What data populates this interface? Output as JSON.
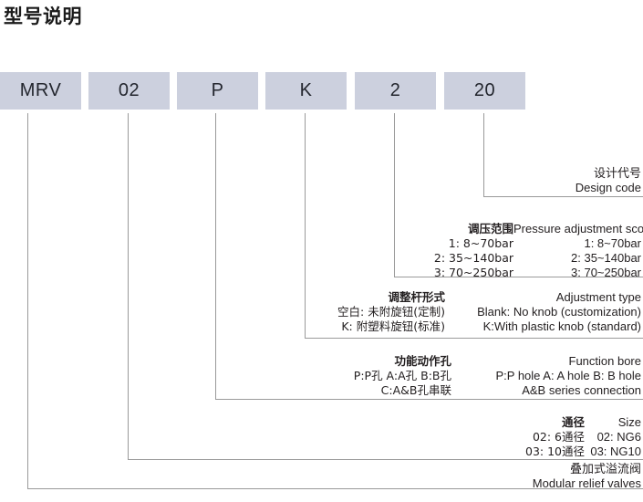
{
  "title": "型号说明",
  "code_boxes": [
    {
      "name": "series",
      "value": "MRV"
    },
    {
      "name": "size",
      "value": "02"
    },
    {
      "name": "bore",
      "value": "P"
    },
    {
      "name": "knob",
      "value": "K"
    },
    {
      "name": "pressure",
      "value": "2"
    },
    {
      "name": "design",
      "value": "20"
    }
  ],
  "legend": {
    "design_code": {
      "heading_cn": "设计代号",
      "heading_en": "Design code"
    },
    "pressure_scope": {
      "heading_cn": "调压范围",
      "heading_en": "Pressure adjustment scope",
      "rows": [
        {
          "cn": "1: 8~70bar",
          "en": "1: 8~70bar"
        },
        {
          "cn": "2: 35~140bar",
          "en": "2: 35~140bar"
        },
        {
          "cn": "3: 70~250bar",
          "en": "3: 70~250bar"
        }
      ]
    },
    "adjustment_type": {
      "heading_cn": "调整杆形式",
      "heading_en": "Adjustment type",
      "rows": [
        {
          "cn": "空白: 未附旋钮(定制)",
          "en": "Blank: No knob (customization)"
        },
        {
          "cn": "K: 附塑料旋钮(标准)",
          "en": "K:With plastic knob (standard)"
        }
      ]
    },
    "function_bore": {
      "heading_cn": "功能动作孔",
      "heading_en": "Function bore",
      "rows": [
        {
          "cn": "P:P孔  A:A孔  B:B孔",
          "en": "P:P hole   A: A hole   B: B hole"
        },
        {
          "cn": "C:A&B孔串联",
          "en": "A&B series connection"
        }
      ]
    },
    "size": {
      "heading_cn": "通径",
      "heading_en": "Size",
      "rows": [
        {
          "cn": "02: 6通径",
          "en": "02: NG6"
        },
        {
          "cn": "03: 10通径",
          "en": "03: NG10"
        }
      ]
    },
    "valve_type": {
      "heading_cn": "叠加式溢流阀",
      "heading_en": "Modular relief valves"
    }
  },
  "colors": {
    "box_fill": "#ccd0de",
    "line": "#9a9a9a",
    "text": "#231f20"
  }
}
